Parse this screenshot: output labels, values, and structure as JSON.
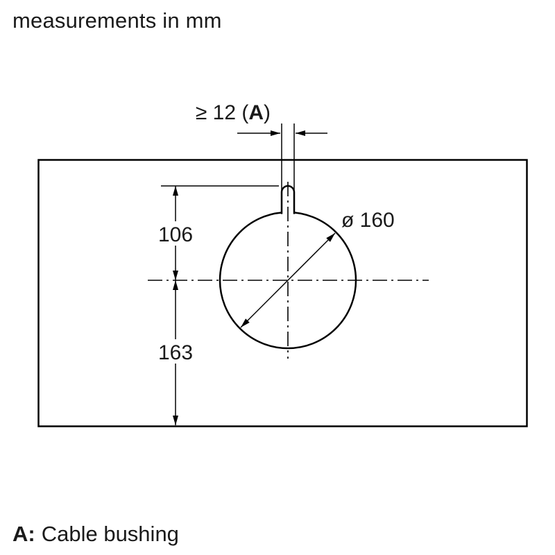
{
  "title": "measurements in mm",
  "dims": {
    "slot": {
      "prefix": "≥ 12 (",
      "bold": "A",
      "suffix": ")"
    },
    "top_to_center": "106",
    "center_to_bottom": "163",
    "diameter": "ø 160"
  },
  "legend": {
    "key": "A:",
    "label": "Cable bushing"
  },
  "colors": {
    "line": "#000000",
    "text": "#1a1a1a",
    "background": "#ffffff"
  }
}
